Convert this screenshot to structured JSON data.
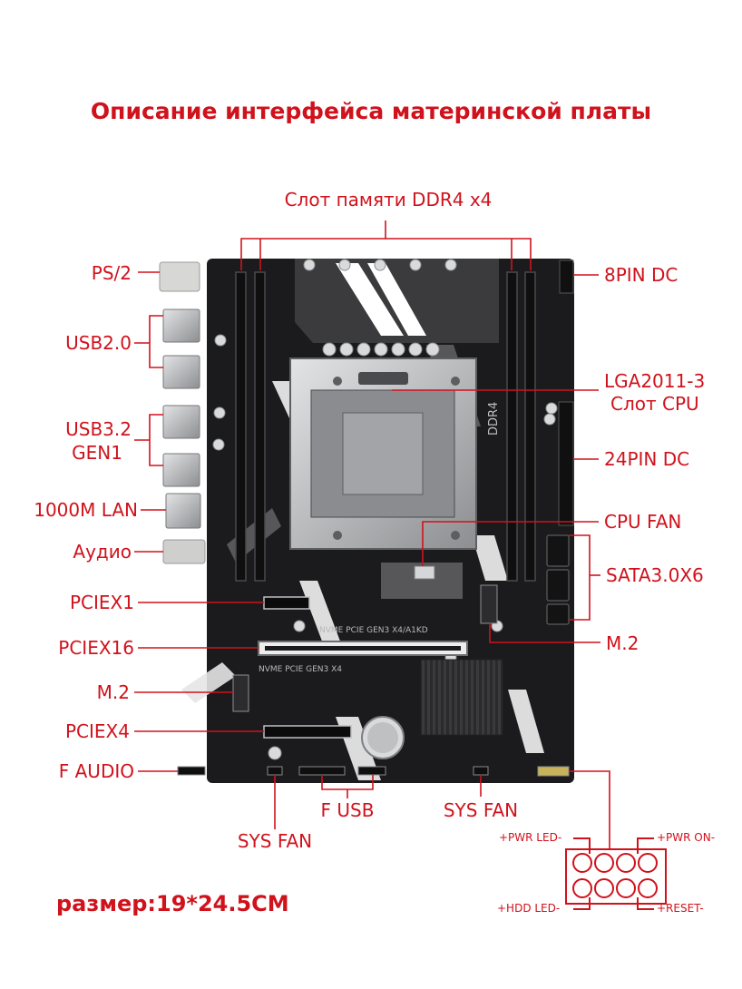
{
  "title": "Описание интерфейса материнской платы",
  "size_text": "размер:19*24.5CM",
  "labels": {
    "ddr4": "Слот памяти DDR4 x4",
    "ps2": "PS/2",
    "usb20": "USB2.0",
    "usb32_line1": "USB3.2",
    "usb32_line2": "GEN1",
    "lan": "1000M LAN",
    "audio": "Аудио",
    "pciex1": "PCIEX1",
    "pciex16": "PCIEX16",
    "m2_left": "M.2",
    "pciex4": "PCIEX4",
    "f_audio": "F AUDIO",
    "pin8": "8PIN DC",
    "cpu_line1": "LGA2011-3",
    "cpu_line2": "Слот CPU",
    "pin24": "24PIN DC",
    "cpu_fan": "CPU FAN",
    "sata": "SATA3.0X6",
    "m2_right": "M.2",
    "f_usb": "F USB",
    "sys_fan_1": "SYS FAN",
    "sys_fan_2": "SYS FAN"
  },
  "board_silkscreen": {
    "ddr4_text": "DDR4",
    "nvme_pcie_gen3_x4": "NVME PCIE GEN3 X4/A1KD",
    "nvme_pcie_gen3": "NVME PCIE GEN3 X4"
  },
  "front_panel_pins": {
    "pwr_led": "+PWR LED-",
    "pwr_on": "+PWR ON-",
    "hdd_led": "+HDD LED-",
    "reset": "+RESET-"
  },
  "colors": {
    "accent_red": "#d0121c",
    "board_black": "#1b1b1d",
    "board_gray": "#6b6b6e",
    "metal": "#c9cacc"
  }
}
